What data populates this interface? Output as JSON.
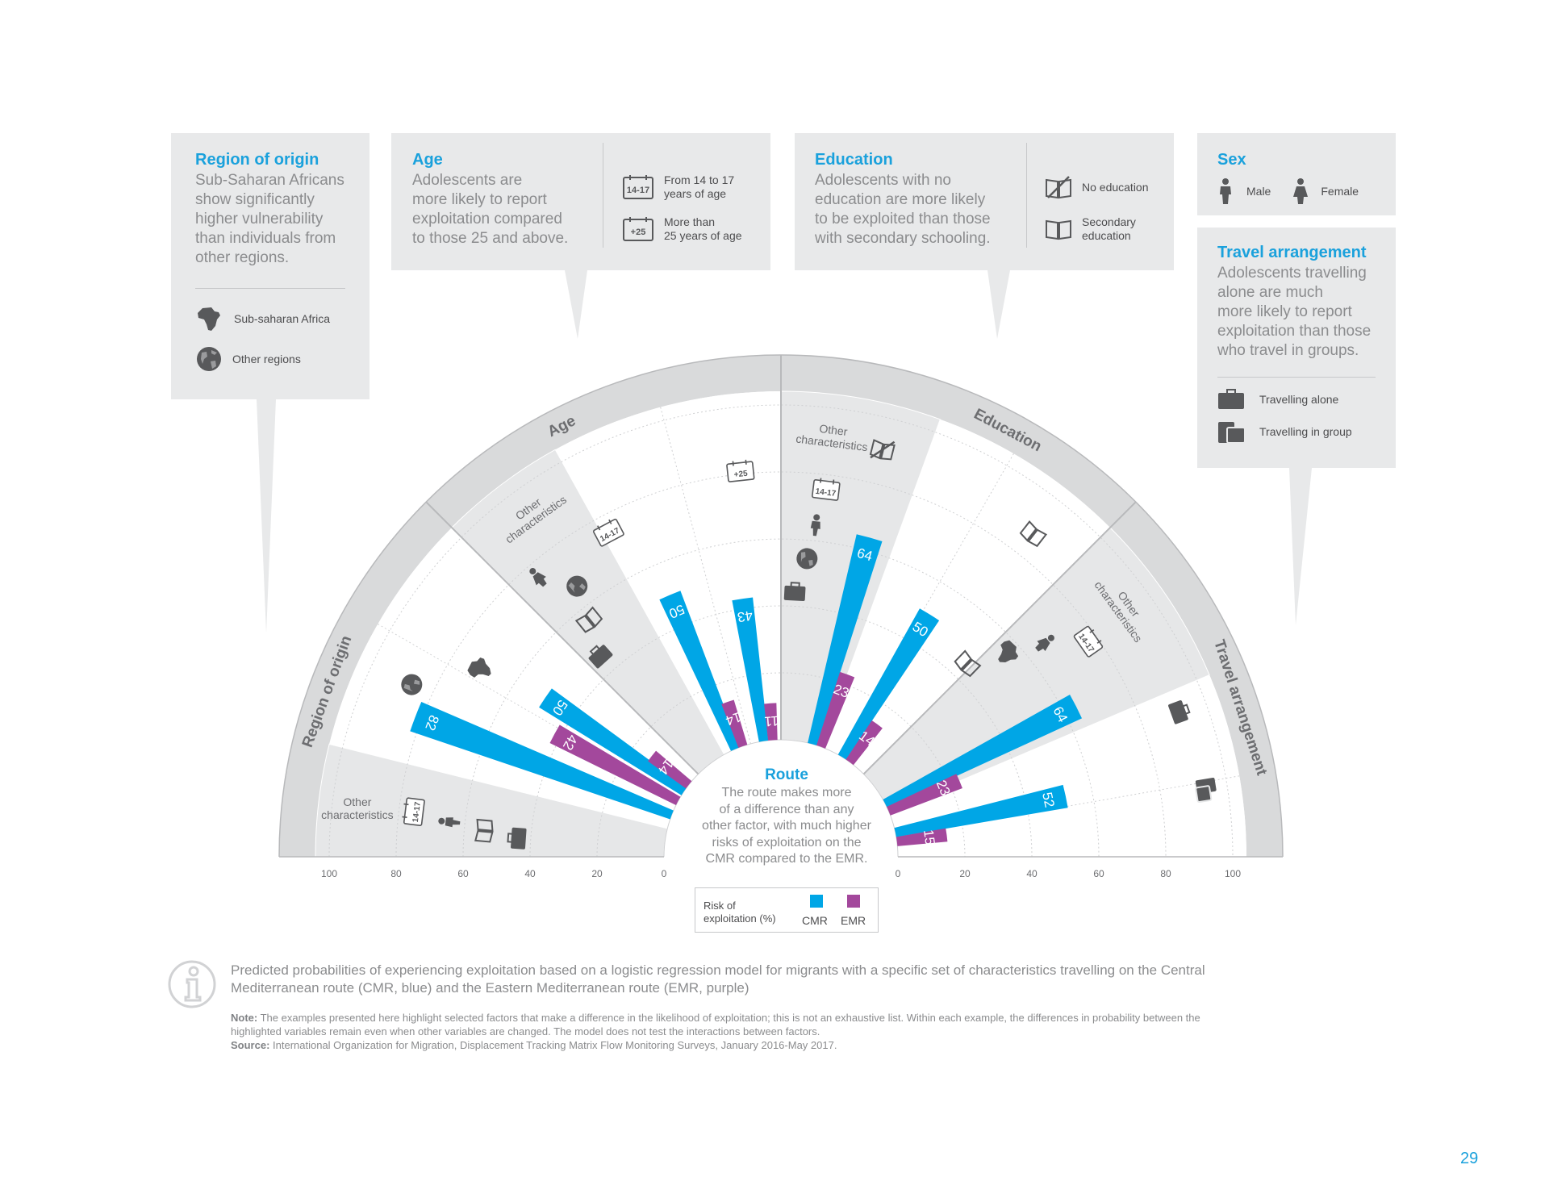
{
  "boxes": {
    "region": {
      "title": "Region of origin",
      "lines": [
        "Sub-Saharan Africans",
        "show significantly",
        "higher vulnerability",
        "than individuals from",
        "other regions."
      ],
      "legend": [
        "Sub-saharan Africa",
        "Other regions"
      ]
    },
    "age": {
      "title": "Age",
      "lines": [
        "Adolescents are",
        "more likely to report",
        "exploitation compared",
        "to those 25 and above."
      ],
      "legend1": [
        "From 14 to 17",
        "years of age"
      ],
      "legend2": [
        "More than",
        "25 years of age"
      ],
      "icon1": "14-17",
      "icon2": "+25"
    },
    "education": {
      "title": "Education",
      "lines": [
        "Adolescents with no",
        "education are more likely",
        "to be exploited than those",
        "with secondary schooling."
      ],
      "legend1": [
        "No education"
      ],
      "legend2": [
        "Secondary",
        "education"
      ]
    },
    "sex": {
      "title": "Sex",
      "male": "Male",
      "female": "Female"
    },
    "travel": {
      "title": "Travel arrangement",
      "lines": [
        "Adolescents travelling",
        "alone are much",
        "more likely to report",
        "exploitation than those",
        "who travel in groups."
      ],
      "legend": [
        "Travelling alone",
        "Travelling in group"
      ]
    }
  },
  "ring": {
    "region": "Region of origin",
    "age": "Age",
    "education": "Education",
    "travel": "Travel arrangement",
    "other": [
      "Other",
      "characteristics"
    ],
    "icon_1417": "14-17",
    "icon_25": "+25"
  },
  "route": {
    "title": "Route",
    "lines": [
      "The route makes more",
      "of a difference than any",
      "other factor, with much higher",
      "risks of exploitation on the",
      "CMR compared to the EMR."
    ]
  },
  "legend": {
    "label": [
      "Risk of",
      "exploitation (%)"
    ],
    "cmr": "CMR",
    "emr": "EMR",
    "cmr_color": "#00a6e6",
    "emr_color": "#a3489c"
  },
  "chart_data": {
    "type": "bar",
    "layout": "radial",
    "axis_ticks_left": [
      "100",
      "80",
      "60",
      "40",
      "20",
      "0"
    ],
    "axis_ticks_right": [
      "0",
      "20",
      "40",
      "60",
      "80",
      "100"
    ],
    "series_names": [
      "CMR",
      "EMR"
    ],
    "groups": [
      {
        "category": "Region of origin",
        "cmr": 82,
        "emr": 42,
        "cmr_label": "82",
        "emr_label": "42"
      },
      {
        "category": "Region of origin",
        "cmr": 50,
        "emr": 14,
        "cmr_label": "50",
        "emr_label": "14"
      },
      {
        "category": "Age",
        "cmr": 50,
        "emr": 14,
        "cmr_label": "50",
        "emr_label": "14"
      },
      {
        "category": "Age",
        "cmr": 43,
        "emr": 11,
        "cmr_label": "43",
        "emr_label": "11"
      },
      {
        "category": "Education",
        "cmr": 64,
        "emr": 23,
        "cmr_label": "64",
        "emr_label": "23"
      },
      {
        "category": "Education",
        "cmr": 50,
        "emr": 14,
        "cmr_label": "50",
        "emr_label": "14"
      },
      {
        "category": "Travel arrangement",
        "cmr": 64,
        "emr": 23,
        "cmr_label": "64",
        "emr_label": "23"
      },
      {
        "category": "Travel arrangement",
        "cmr": 52,
        "emr": 15,
        "cmr_label": "52",
        "emr_label": "15"
      }
    ]
  },
  "footer": {
    "caption": [
      "Predicted probabilities of experiencing exploitation based on a logistic regression model for migrants with a specific set of characteristics travelling on the Central",
      "Mediterranean route (CMR, blue) and the Eastern Mediterranean route (EMR, purple)"
    ],
    "note_label": "Note:",
    "note": [
      " The examples presented here highlight selected factors that make a difference in the likelihood of exploitation; this is not an exhaustive list. Within each example, the differences in probability between the",
      "highlighted variables remain even when other variables are changed. The model does not test the interactions between factors."
    ],
    "source_label": "Source:",
    "source": " International Organization for Migration, Displacement Tracking Matrix Flow Monitoring Surveys, January 2016-May 2017."
  },
  "page_number": "29"
}
